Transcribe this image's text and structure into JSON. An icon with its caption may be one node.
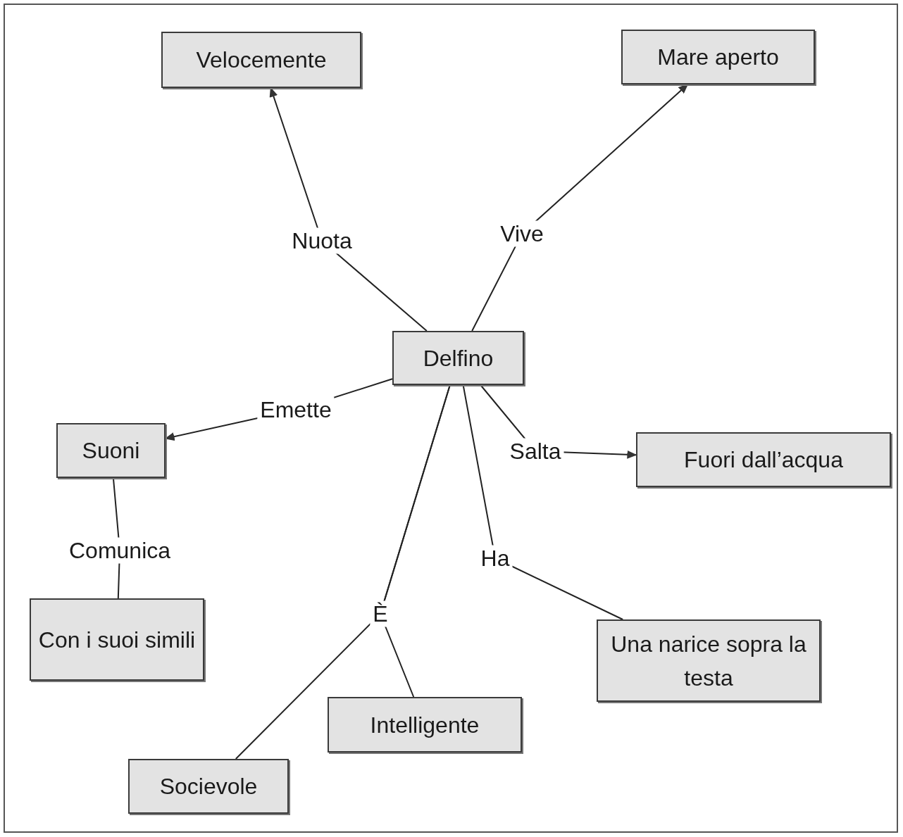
{
  "diagram": {
    "nodes": [
      {
        "text": [
          "Velocemente"
        ]
      },
      {
        "text": [
          "Mare aperto"
        ]
      },
      {
        "text": [
          "Delfino"
        ]
      },
      {
        "text": [
          "Suoni"
        ]
      },
      {
        "text": [
          "Fuori dall’acqua"
        ]
      },
      {
        "text": [
          "Con i suoi simili"
        ]
      },
      {
        "text": [
          "Una narice sopra la testa"
        ]
      },
      {
        "text": [
          "Intelligente"
        ]
      },
      {
        "text": [
          "Socievole"
        ]
      }
    ],
    "edges": [
      {
        "from": 2,
        "to": 0,
        "label": "Nuota",
        "arrow": "to"
      },
      {
        "from": 2,
        "to": 1,
        "label": "Vive",
        "arrow": "to"
      },
      {
        "from": 2,
        "to": 3,
        "label": "Emette",
        "arrow": "to"
      },
      {
        "from": 2,
        "to": 4,
        "label": "Salta",
        "arrow": "to"
      },
      {
        "from": 3,
        "to": 5,
        "label": "Comunica",
        "arrow": "none"
      },
      {
        "from": 2,
        "to": 6,
        "label": "Ha",
        "arrow": "none"
      },
      {
        "from": 2,
        "to": 8,
        "label": "È",
        "arrow": "none"
      },
      {
        "from": 2,
        "to": 7,
        "arrow": "none"
      }
    ]
  }
}
